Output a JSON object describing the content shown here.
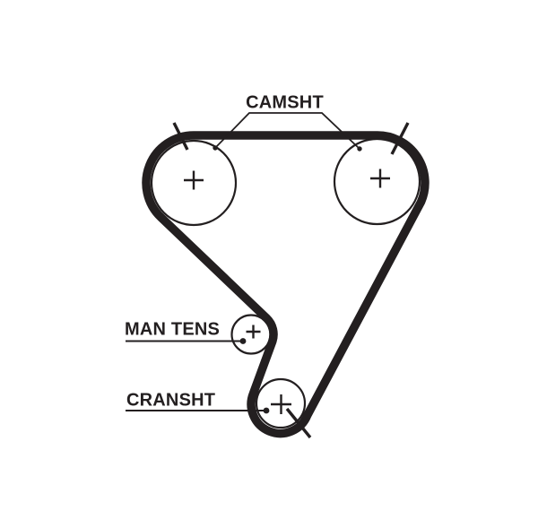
{
  "diagram": {
    "labels": {
      "camshaft": "CAMSHT",
      "manual_tensioner": "MAN TENS",
      "crankshaft": "CRANSHT"
    },
    "colors": {
      "line": "#231f20",
      "background": "#ffffff"
    },
    "icons": {
      "center_mark": "plus-crosshair",
      "timing_mark": "diagonal-tick-dash",
      "leader_end": "filled-dot"
    }
  }
}
